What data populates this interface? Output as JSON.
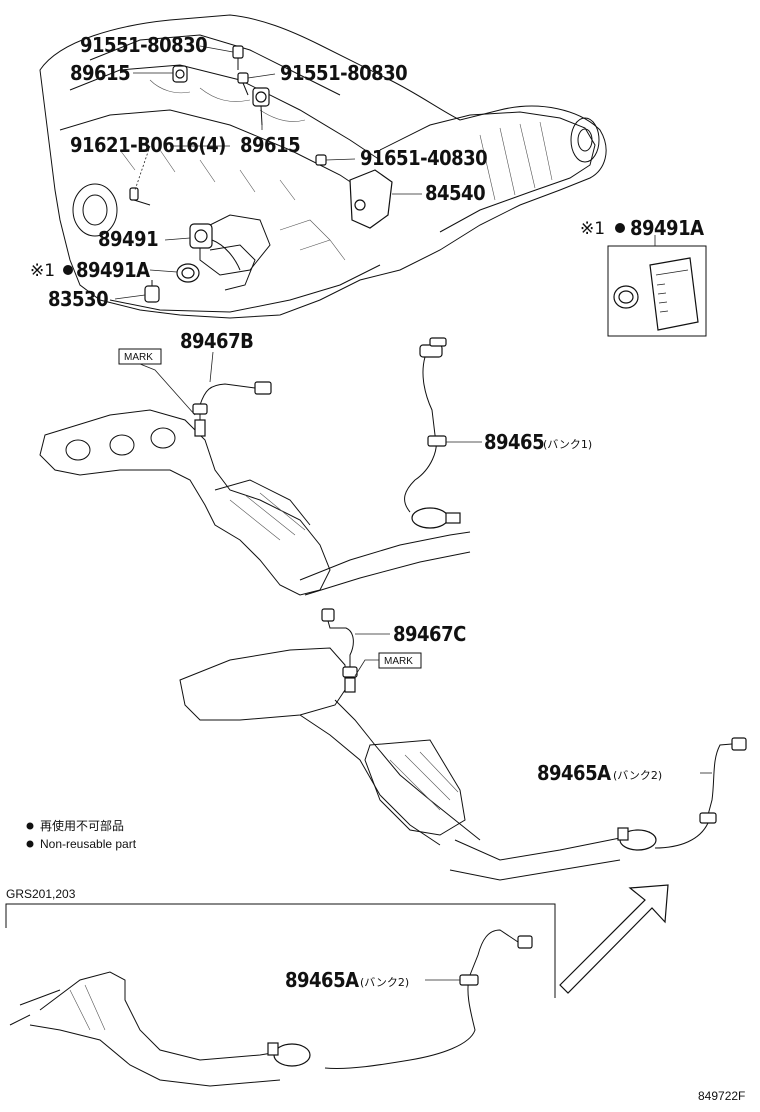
{
  "labels": {
    "p91551_80830_a": "91551-80830",
    "p89615_a": "89615",
    "p91551_80830_b": "91551-80830",
    "p91621": "91621-B0616(4)",
    "p89615_b": "89615",
    "p91651": "91651-40830",
    "p84540": "84540",
    "p89491": "89491",
    "p89491A_left": "89491A",
    "p89491A_left_prefix": "※1",
    "p89491A_right": "89491A",
    "p89491A_right_prefix": "※1",
    "p83530": "83530",
    "p89467B": "89467B",
    "p89465": "89465",
    "p89465_note": "(バンク1)",
    "p89467C": "89467C",
    "p89465A_a": "89465A",
    "p89465A_a_note": "(バンク2)",
    "p89465A_b": "89465A",
    "p89465A_b_note": "(バンク2)",
    "mark_1": "MARK",
    "mark_2": "MARK"
  },
  "legend": {
    "jp": "再使用不可部品",
    "en": "Non-reusable part"
  },
  "variant": "GRS201,203",
  "figure_code": "849722F",
  "colors": {
    "ink": "#111111",
    "background": "#ffffff"
  }
}
